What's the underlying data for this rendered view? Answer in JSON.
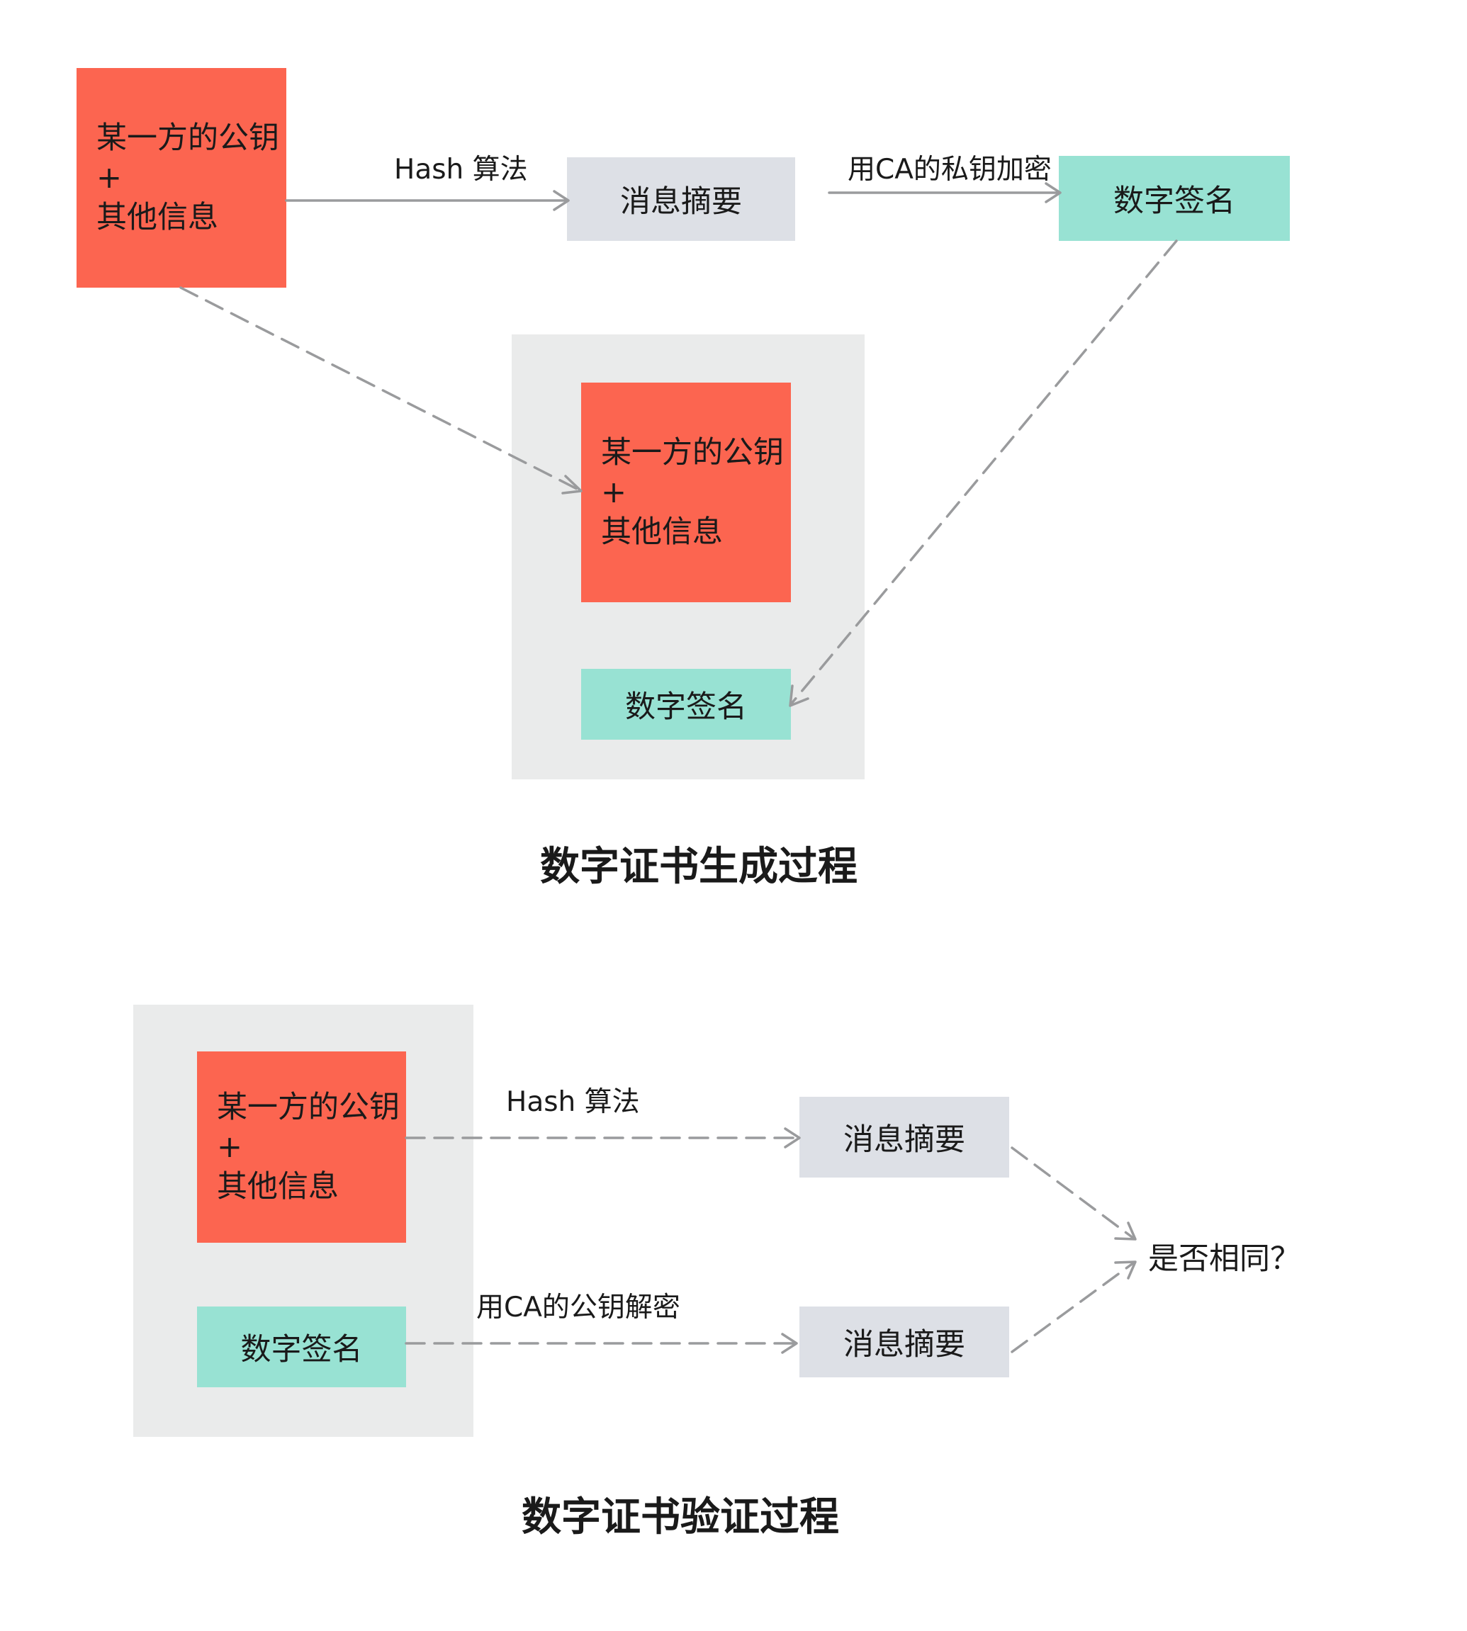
{
  "colors": {
    "source_box": "#fc6550",
    "signature_box": "#98e2d3",
    "digest_box": "#dde0e6",
    "container": "#eaebeb",
    "arrow": "#9a9b9d"
  },
  "generation": {
    "source": {
      "line1": "某一方的公钥",
      "line2": "+",
      "line3": "其他信息"
    },
    "hash_label": "Hash 算法",
    "digest": "消息摘要",
    "encrypt_label": "用CA的私钥加密",
    "signature": "数字签名",
    "certificate": {
      "source": {
        "line1": "某一方的公钥",
        "line2": "+",
        "line3": "其他信息"
      },
      "signature": "数字签名"
    },
    "title": "数字证书生成过程"
  },
  "verification": {
    "certificate": {
      "source": {
        "line1": "某一方的公钥",
        "line2": "+",
        "line3": "其他信息"
      },
      "signature": "数字签名"
    },
    "hash_label": "Hash 算法",
    "decrypt_label": "用CA的公钥解密",
    "digest_top": "消息摘要",
    "digest_bottom": "消息摘要",
    "compare": "是否相同？",
    "title": "数字证书验证过程"
  }
}
